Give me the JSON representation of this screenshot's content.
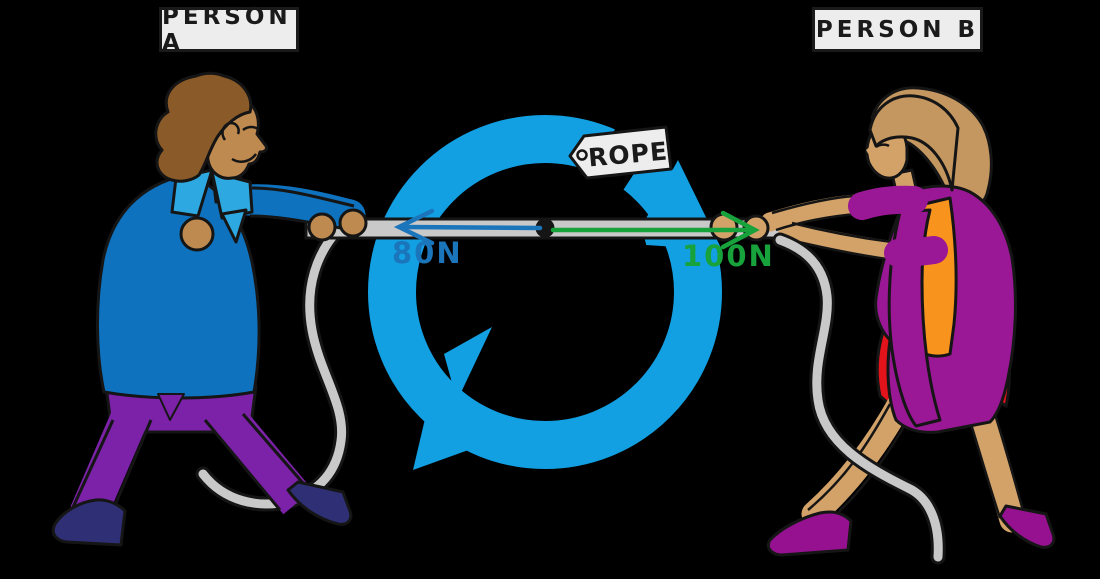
{
  "diagram": {
    "scene": "tug-of-war rope with two opposing pulling forces",
    "title_labels": {
      "person_a": "PERSON A",
      "person_b": "PERSON B"
    },
    "rope_tag_label": "ROPE",
    "forces": {
      "left": {
        "value": "80N",
        "direction": "left",
        "applied_by": "person_a"
      },
      "right": {
        "value": "100N",
        "direction": "right",
        "applied_by": "person_b"
      }
    }
  },
  "colors": {
    "background": "#000000",
    "logo-blue": "#12A0E3",
    "rope-gray": "#C9C9C9",
    "outline": "#151515",
    "force-blue": "#1B75BB",
    "force-green": "#17A23C",
    "label-bg": "#EDEDED",
    "label-text": "#1A1A1A",
    "skin-a": "#BE8A50",
    "hair-a": "#8A5A28",
    "shirt-a": "#0E72BE",
    "collar-a": "#2EA8E0",
    "pants-a": "#7B22A8",
    "shoes-a": "#2F2F76",
    "skin-b": "#D2A269",
    "hair-b": "#C49760",
    "blouse-b": "#9A1795",
    "top-b": "#F8941E",
    "skirt-b": "#E3131B",
    "shoes-b": "#951190"
  }
}
